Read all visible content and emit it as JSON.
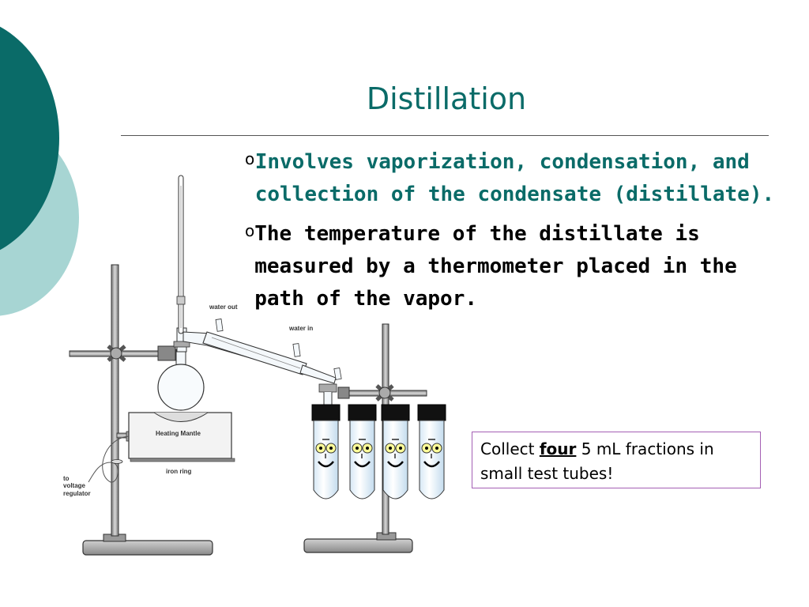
{
  "slide": {
    "title": "Distillation",
    "bullets": [
      {
        "marker": "o",
        "text": "Involves vaporization, condensation, and collection of the condensate (distillate).",
        "color": "#0a6b68"
      },
      {
        "marker": "o",
        "text": "The temperature of the distillate is measured by a thermometer placed in the path of the vapor.",
        "color": "#000000"
      }
    ],
    "callout": {
      "prefix": "Collect ",
      "emphasis": "four",
      "suffix": " 5 mL fractions in small test tubes!"
    }
  },
  "diagram": {
    "labels": {
      "water_out": "water out",
      "water_in": "water in",
      "heating_mantle": "Heating Mantle",
      "iron_ring": "iron ring",
      "voltage_line1": "to",
      "voltage_line2": "voltage",
      "voltage_line3": "regulator"
    }
  },
  "colors": {
    "accent": "#0a6b68",
    "accent_light": "#a7d5d3",
    "callout_border": "#a45fb4"
  }
}
